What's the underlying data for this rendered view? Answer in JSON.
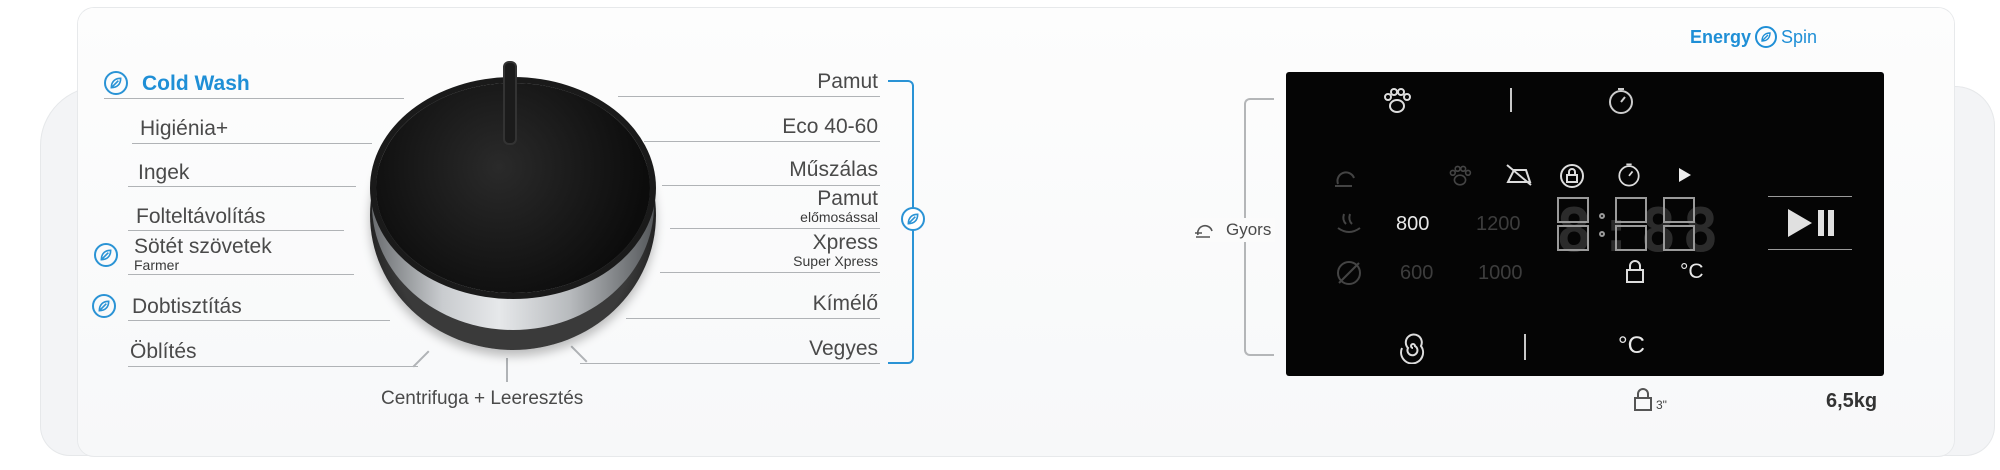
{
  "brand": {
    "energy": "Energy",
    "spin": "Spin"
  },
  "programs_left": [
    {
      "label": "Cold Wash",
      "sub": ""
    },
    {
      "label": "Higiénia+",
      "sub": ""
    },
    {
      "label": "Ingek",
      "sub": ""
    },
    {
      "label": "Folteltávolítás",
      "sub": ""
    },
    {
      "label": "Sötét szövetek",
      "sub": "Farmer"
    },
    {
      "label": "Dobtisztítás",
      "sub": ""
    },
    {
      "label": "Öblítés",
      "sub": ""
    }
  ],
  "programs_right": [
    {
      "label": "Pamut",
      "sub": ""
    },
    {
      "label": "Eco 40-60",
      "sub": ""
    },
    {
      "label": "Műszálas",
      "sub": ""
    },
    {
      "label": "Pamut",
      "sub": "előmosással"
    },
    {
      "label": "Xpress",
      "sub": "Super Xpress"
    },
    {
      "label": "Kímélő",
      "sub": ""
    },
    {
      "label": "Vegyes",
      "sub": ""
    }
  ],
  "bottom_program": "Centrifuga + Leeresztés",
  "quick_label": "Gyors",
  "display": {
    "spin_speeds": [
      "800",
      "1200",
      "600",
      "1000"
    ],
    "temp_unit": "°C",
    "time_digits": "8:88",
    "bottom_temp": "°C"
  },
  "child_lock_time": "3\"",
  "capacity": "6,5kg",
  "colors": {
    "accent": "#1f8fd6",
    "screen": "#050505"
  },
  "icons": [
    "paw-icon",
    "timer-icon",
    "play-pause-icon",
    "lock-icon",
    "spiral-icon",
    "eco-leaf-icon"
  ]
}
